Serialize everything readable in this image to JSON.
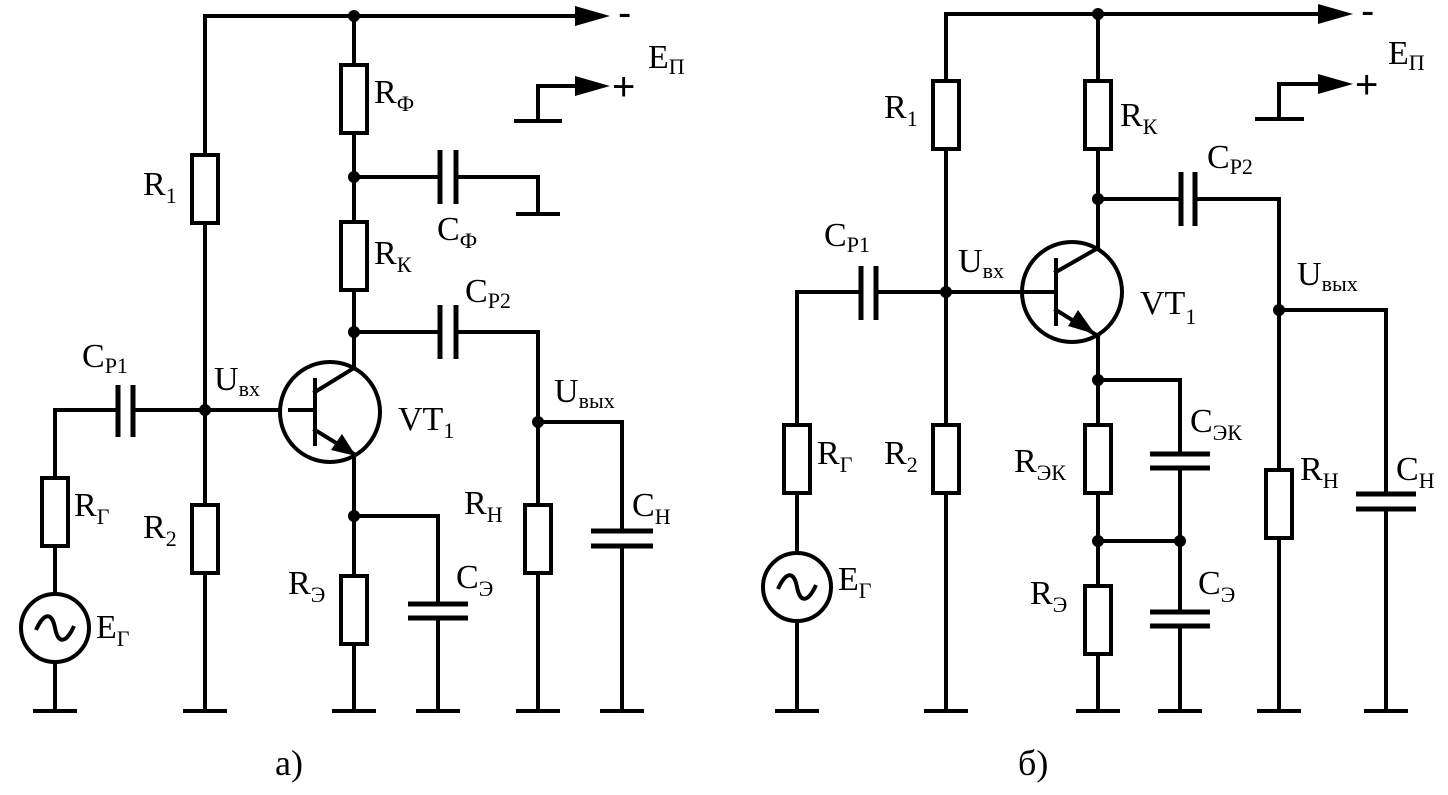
{
  "diagram_a": {
    "caption": "а)",
    "supply_minus": "-",
    "supply_plus": "+",
    "supply": {
      "main": "E",
      "sub": "П"
    },
    "labels": {
      "r_f": {
        "main": "R",
        "sub": "Ф"
      },
      "r1": {
        "main": "R",
        "sub": "1"
      },
      "c_f": {
        "main": "C",
        "sub": "Ф"
      },
      "r_k": {
        "main": "R",
        "sub": "К"
      },
      "c_p2": {
        "main": "C",
        "sub": "P2"
      },
      "c_p1": {
        "main": "C",
        "sub": "P1"
      },
      "u_in": {
        "main": "U",
        "sub": "вх"
      },
      "vt1": {
        "main": "VT",
        "sub": "1"
      },
      "u_out": {
        "main": "U",
        "sub": "вых"
      },
      "r_g": {
        "main": "R",
        "sub": "Г"
      },
      "r2": {
        "main": "R",
        "sub": "2"
      },
      "r_n": {
        "main": "R",
        "sub": "Н"
      },
      "c_n": {
        "main": "C",
        "sub": "Н"
      },
      "r_e": {
        "main": "R",
        "sub": "Э"
      },
      "c_e": {
        "main": "C",
        "sub": "Э"
      },
      "e_g": {
        "main": "E",
        "sub": "Г"
      }
    }
  },
  "diagram_b": {
    "caption": "б)",
    "supply_minus": "-",
    "supply_plus": "+",
    "supply": {
      "main": "E",
      "sub": "П"
    },
    "labels": {
      "r1": {
        "main": "R",
        "sub": "1"
      },
      "r_k": {
        "main": "R",
        "sub": "К"
      },
      "c_p2": {
        "main": "C",
        "sub": "P2"
      },
      "c_p1": {
        "main": "C",
        "sub": "P1"
      },
      "u_in": {
        "main": "U",
        "sub": "вх"
      },
      "u_out": {
        "main": "U",
        "sub": "вых"
      },
      "vt1": {
        "main": "VT",
        "sub": "1"
      },
      "c_ek": {
        "main": "C",
        "sub": "ЭК"
      },
      "r_g": {
        "main": "R",
        "sub": "Г"
      },
      "r2": {
        "main": "R",
        "sub": "2"
      },
      "r_ek": {
        "main": "R",
        "sub": "ЭК"
      },
      "r_n": {
        "main": "R",
        "sub": "Н"
      },
      "c_n": {
        "main": "C",
        "sub": "Н"
      },
      "e_g": {
        "main": "E",
        "sub": "Г"
      },
      "r_e": {
        "main": "R",
        "sub": "Э"
      },
      "c_e": {
        "main": "C",
        "sub": "Э"
      }
    }
  }
}
